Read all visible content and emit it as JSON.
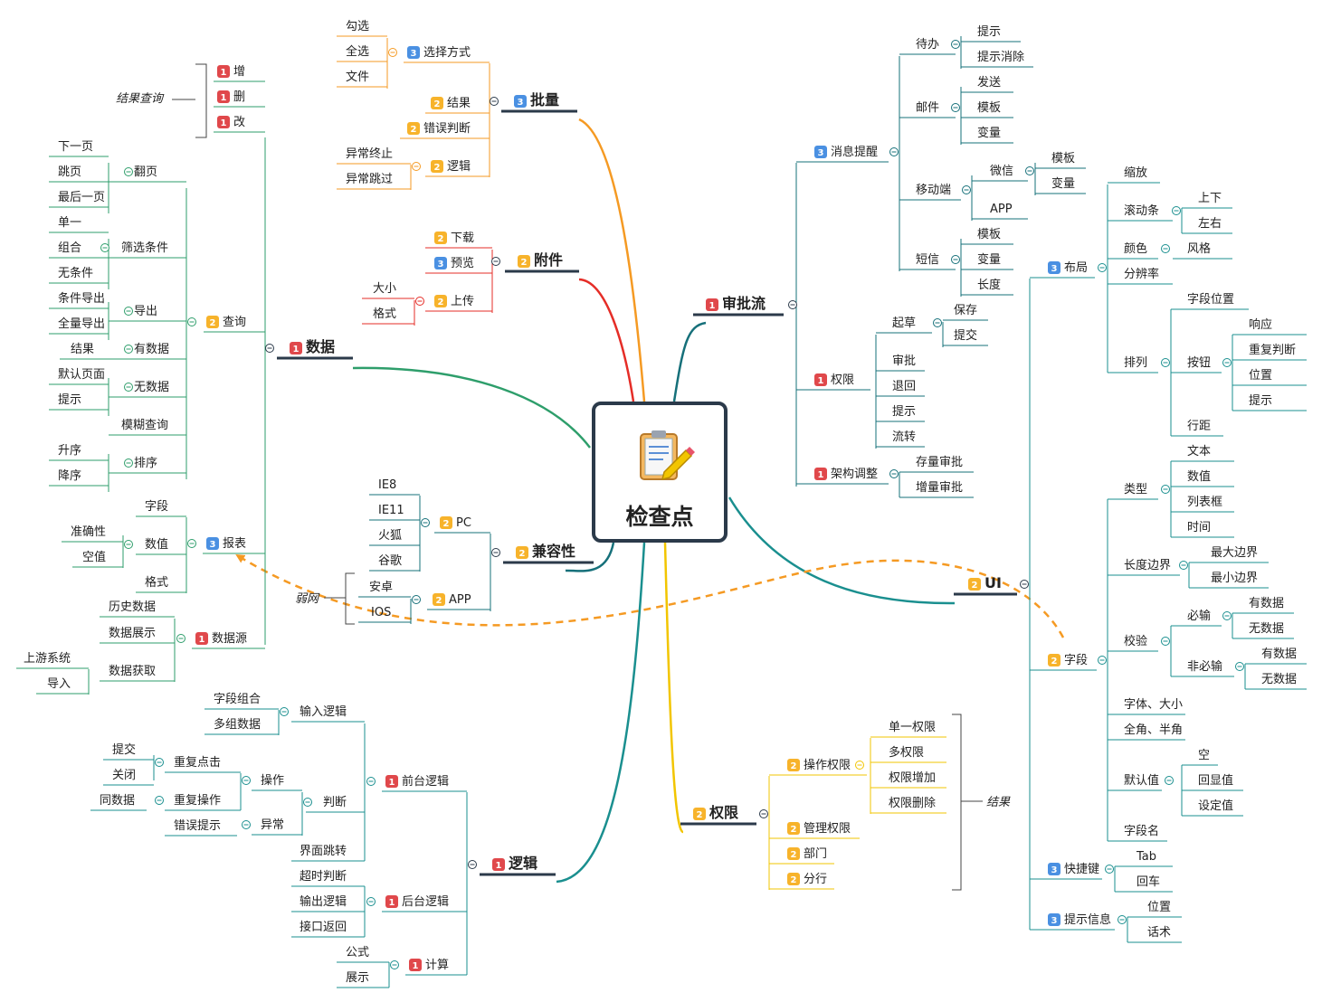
{
  "title": "检查点",
  "annotations": {
    "query_result": "结果查询",
    "weak_network": "弱网",
    "result": "结果"
  },
  "data": {
    "label": "数据",
    "badge": "1",
    "query": {
      "label": "查询",
      "badge": "2",
      "result_group": [
        "增",
        "删",
        "改"
      ],
      "result_badges": [
        "1",
        "1",
        "1"
      ],
      "page": {
        "label": "翻页",
        "items": [
          "下一页",
          "跳页",
          "最后一页"
        ]
      },
      "filter": {
        "label": "筛选条件",
        "items": [
          "单一",
          "组合",
          "无条件"
        ]
      },
      "export": {
        "label": "导出",
        "items": [
          "条件导出",
          "全量导出"
        ]
      },
      "has_data": {
        "label": "有数据",
        "items": [
          "结果"
        ]
      },
      "no_data": {
        "label": "无数据",
        "items": [
          "默认页面",
          "提示"
        ]
      },
      "fuzzy": "模糊查询",
      "sort": {
        "label": "排序",
        "items": [
          "升序",
          "降序"
        ]
      }
    },
    "report": {
      "label": "报表",
      "badge": "3",
      "field": "字段",
      "value": {
        "label": "数值",
        "items": [
          "准确性",
          "空值"
        ]
      },
      "format": "格式"
    },
    "source": {
      "label": "数据源",
      "badge": "1",
      "history": "历史数据",
      "display": "数据展示",
      "fetch": {
        "label": "数据获取",
        "items": [
          "上游系统",
          "导入"
        ]
      }
    }
  },
  "batch": {
    "label": "批量",
    "badge": "3",
    "select": {
      "label": "选择方式",
      "badge": "3",
      "items": [
        "勾选",
        "全选",
        "文件"
      ]
    },
    "result": {
      "label": "结果",
      "badge": "2"
    },
    "error_judge": {
      "label": "错误判断",
      "badge": "2"
    },
    "logic": {
      "label": "逻辑",
      "badge": "2",
      "items": [
        "异常终止",
        "异常跳过"
      ]
    }
  },
  "attach": {
    "label": "附件",
    "badge": "2",
    "download": {
      "label": "下载",
      "badge": "2"
    },
    "preview": {
      "label": "预览",
      "badge": "3"
    },
    "upload": {
      "label": "上传",
      "badge": "2",
      "items": [
        "大小",
        "格式"
      ]
    }
  },
  "compat": {
    "label": "兼容性",
    "badge": "2",
    "pc": {
      "label": "PC",
      "badge": "2",
      "items": [
        "IE8",
        "IE11",
        "火狐",
        "谷歌"
      ]
    },
    "app": {
      "label": "APP",
      "badge": "2",
      "items": [
        "安卓",
        "IOS"
      ]
    }
  },
  "logic": {
    "label": "逻辑",
    "badge": "1",
    "front": {
      "label": "前台逻辑",
      "badge": "1",
      "input": {
        "label": "输入逻辑",
        "items": [
          "字段组合",
          "多组数据"
        ]
      },
      "judge": {
        "label": "判断",
        "op": "操作",
        "repeat_click": {
          "label": "重复点击",
          "items": [
            "提交",
            "关闭"
          ]
        },
        "repeat_op": {
          "label": "重复操作",
          "items": [
            "同数据"
          ]
        },
        "exception": {
          "label": "异常",
          "items": [
            "错误提示"
          ]
        }
      },
      "jump": "界面跳转"
    },
    "back": {
      "label": "后台逻辑",
      "badge": "1",
      "items": [
        "超时判断",
        "输出逻辑",
        "接口返回"
      ]
    },
    "calc": {
      "label": "计算",
      "badge": "1",
      "items": [
        "公式",
        "展示"
      ]
    }
  },
  "perm": {
    "label": "权限",
    "badge": "2",
    "op": {
      "label": "操作权限",
      "badge": "2",
      "items": [
        "单一权限",
        "多权限",
        "权限增加",
        "权限删除"
      ]
    },
    "mgmt": {
      "label": "管理权限",
      "badge": "2"
    },
    "dept": {
      "label": "部门",
      "badge": "2"
    },
    "branch": {
      "label": "分行",
      "badge": "2"
    }
  },
  "approval": {
    "label": "审批流",
    "badge": "1",
    "msg": {
      "label": "消息提醒",
      "badge": "3",
      "todo": {
        "label": "待办",
        "items": [
          "提示",
          "提示消除"
        ]
      },
      "mail": {
        "label": "邮件",
        "items": [
          "发送",
          "模板",
          "变量"
        ]
      },
      "mobile": {
        "label": "移动端",
        "wechat": "微信",
        "wechat_items": [
          "模板",
          "变量"
        ],
        "app": "APP"
      },
      "sms": {
        "label": "短信",
        "items": [
          "模板",
          "变量",
          "长度"
        ]
      }
    },
    "perm": {
      "label": "权限",
      "badge": "1",
      "draft": {
        "label": "起草",
        "items": [
          "保存",
          "提交"
        ]
      },
      "items": [
        "审批",
        "退回",
        "提示",
        "流转"
      ]
    },
    "arch": {
      "label": "架构调整",
      "badge": "1",
      "items": [
        "存量审批",
        "增量审批"
      ]
    }
  },
  "ui": {
    "label": "UI",
    "badge": "2",
    "layout": {
      "label": "布局",
      "badge": "3",
      "zoom": "缩放",
      "scroll": {
        "label": "滚动条",
        "items": [
          "上下",
          "左右"
        ]
      },
      "color": {
        "label": "颜色",
        "items": [
          "风格"
        ]
      },
      "resolution": "分辨率",
      "arrange": {
        "label": "排列",
        "field_pos": "字段位置",
        "button": {
          "label": "按钮",
          "items": [
            "响应",
            "重复判断",
            "位置",
            "提示"
          ]
        },
        "line_gap": "行距"
      }
    },
    "field": {
      "label": "字段",
      "badge": "2",
      "type": {
        "label": "类型",
        "items": [
          "文本",
          "数值",
          "列表框",
          "时间"
        ]
      },
      "length": {
        "label": "长度边界",
        "items": [
          "最大边界",
          "最小边界"
        ]
      },
      "check": {
        "label": "校验",
        "required": {
          "label": "必输",
          "items": [
            "有数据",
            "无数据"
          ]
        },
        "optional": {
          "label": "非必输",
          "items": [
            "有数据",
            "无数据"
          ]
        }
      },
      "font": "字体、大小",
      "width": "全角、半角",
      "default": {
        "label": "默认值",
        "items": [
          "空",
          "回显值",
          "设定值"
        ]
      },
      "name": "字段名"
    },
    "shortcut": {
      "label": "快捷键",
      "badge": "3",
      "items": [
        "Tab",
        "回车"
      ]
    },
    "tip": {
      "label": "提示信息",
      "badge": "3",
      "items": [
        "位置",
        "话术"
      ]
    }
  },
  "colors": {
    "green": "#2e9e6b",
    "orange": "#f59a23",
    "teal": "#1a8f8f",
    "red": "#e52d27",
    "yellow": "#f2c500",
    "darkteal": "#16707a",
    "badge_red": "#e0484b",
    "badge_orange": "#f7b32b",
    "badge_blue": "#4a90e2"
  }
}
